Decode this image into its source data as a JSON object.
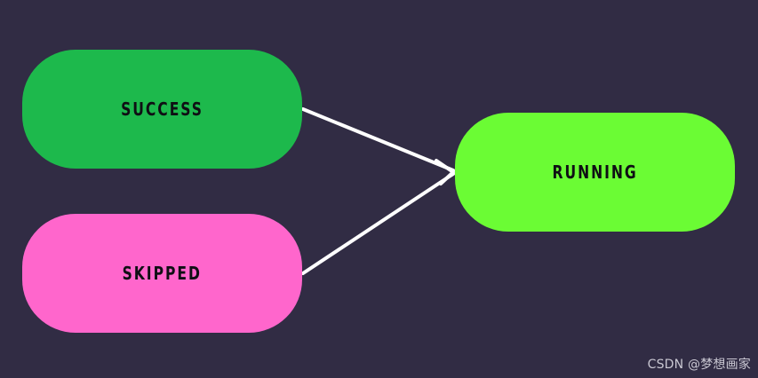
{
  "nodes": [
    {
      "id": "success",
      "label": "SUCCESS",
      "color": "#1db94c"
    },
    {
      "id": "skipped",
      "label": "SKIPPED",
      "color": "#ff66cc"
    },
    {
      "id": "running",
      "label": "RUNNING",
      "color": "#6bfc34"
    }
  ],
  "edges": [
    {
      "from": "success",
      "to": "running"
    },
    {
      "from": "skipped",
      "to": "running"
    }
  ],
  "watermark": "CSDN @梦想画家",
  "colors": {
    "background": "#312c44",
    "edge": "#ffffff",
    "label": "#0f0f14"
  }
}
